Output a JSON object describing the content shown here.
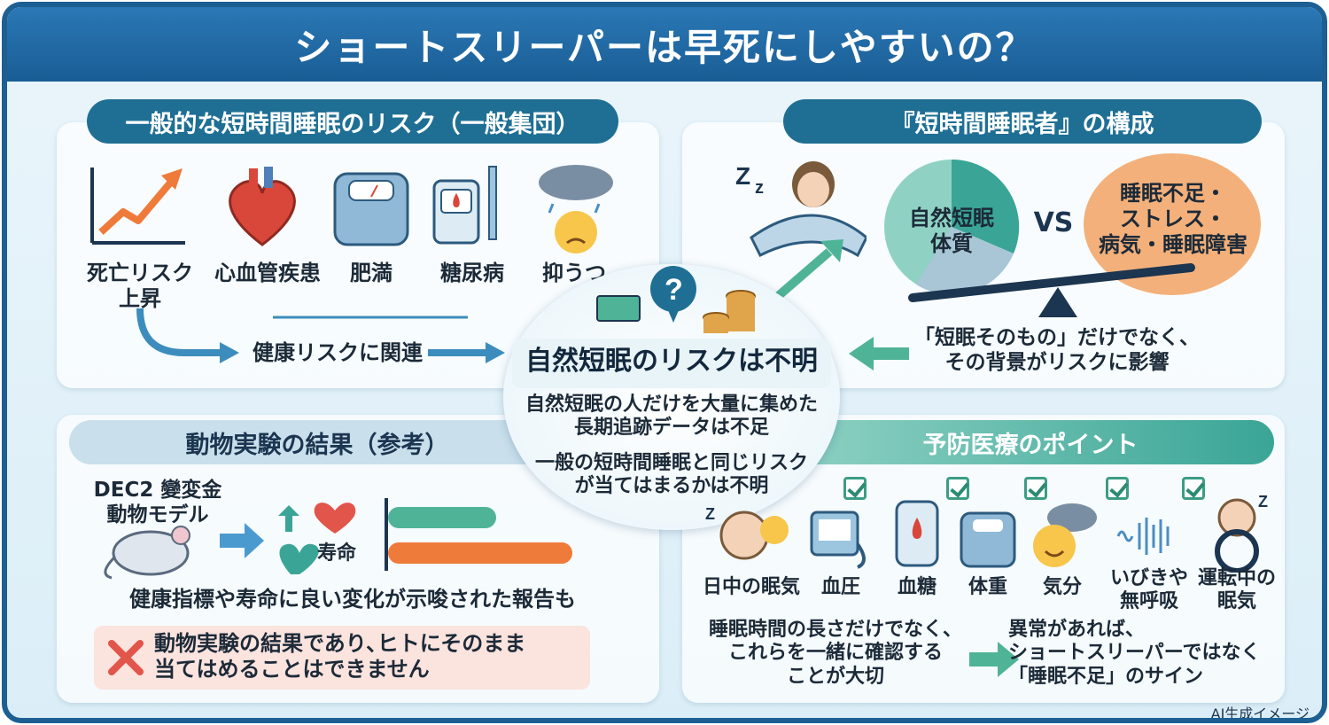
{
  "title": "ショートスリーパーは早死にしやすいの？",
  "risk_panel": {
    "header": "一般的な短時間睡眠のリスク（一般集団）",
    "items": [
      {
        "label": "死亡リスク\n上昇",
        "icon": "rising-chart-icon"
      },
      {
        "label": "心血管疾患",
        "icon": "heart-icon"
      },
      {
        "label": "肥満",
        "icon": "scale-icon"
      },
      {
        "label": "糖尿病",
        "icon": "glucose-meter-icon"
      },
      {
        "label": "抑うつ",
        "icon": "rain-cloud-sad-face-icon"
      }
    ],
    "arrow_label": "健康リスクに関連"
  },
  "composition_panel": {
    "header": "『短時間睡眠者』の構成",
    "left_label": "自然短眠\n体質",
    "vs": "VS",
    "right_label": "睡眠不足・\nストレス・\n病気・睡眠障害",
    "caption": "「短眠そのもの」だけでなく、\nその背景がリスクに影響"
  },
  "center": {
    "heading": "自然短眠のリスクは不明",
    "line1": "自然短眠の人だけを大量に集めた\n長期追跡データは不足",
    "line2": "一般の短時間睡眠と同じリスク\nが当てはまるかは不明"
  },
  "animal_panel": {
    "header": "動物実験の結果（参考）",
    "model_label": "DEC2 變変金\n動物モデル",
    "lifespan_label": "寿命",
    "finding": "健康指標や寿命に良い変化が示唆された報告も",
    "warning": "動物実験の結果であり､ヒトにそのまま\n当てはめることはできません"
  },
  "prevention_panel": {
    "header": "予防医療のポイント",
    "checks": [
      {
        "label": "日中の眠気",
        "icon": "sleepy-person-icon"
      },
      {
        "label": "血圧",
        "icon": "blood-pressure-monitor-icon"
      },
      {
        "label": "血糖",
        "icon": "glucose-meter-icon"
      },
      {
        "label": "体重",
        "icon": "scale-icon"
      },
      {
        "label": "気分",
        "icon": "mood-face-icon"
      },
      {
        "label": "いびきや\n無呼吸",
        "icon": "sound-wave-icon"
      },
      {
        "label": "運転中の\n眠気",
        "icon": "drowsy-driver-icon"
      }
    ],
    "left_note": "睡眠時間の長さだけでなく、\nこれらを一緒に確認する\nことが大切",
    "right_note": "異常があれば、\nショートスリーパーではなく\n「睡眠不足」のサイン"
  },
  "footer_note": "AI生成イメージ",
  "colors": {
    "title_blue": "#1a5d95",
    "teal": "#3aa596",
    "orange": "#f0a468",
    "warning_red": "#e2554a"
  }
}
